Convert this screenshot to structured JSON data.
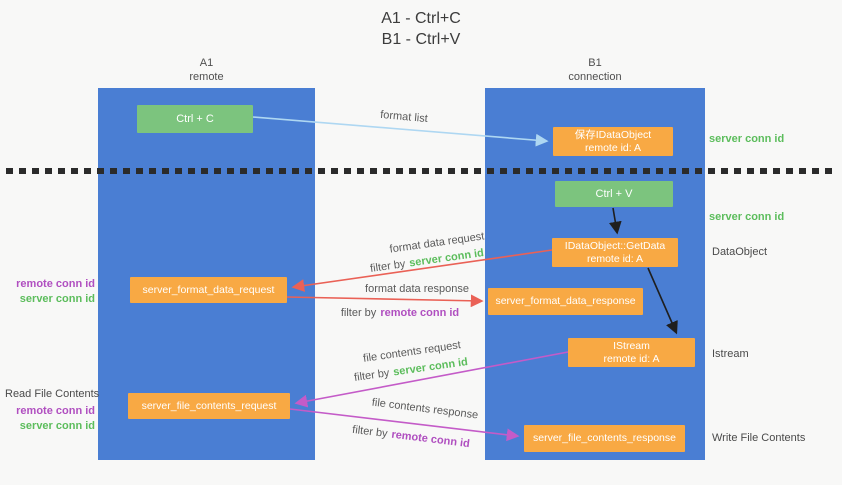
{
  "title": {
    "line1": "A1 - Ctrl+C",
    "line2": "B1 - Ctrl+V"
  },
  "lifelines": {
    "a1": {
      "name": "A1",
      "role": "remote"
    },
    "b1": {
      "name": "B1",
      "role": "connection"
    }
  },
  "nodes": {
    "ctrl_c": {
      "label": "Ctrl + C"
    },
    "save_dataobject": {
      "line1": "保存IDataObject",
      "line2": "remote id: A"
    },
    "ctrl_v": {
      "label": "Ctrl + V"
    },
    "getdata": {
      "line1": "IDataObject::GetData",
      "line2": "remote id: A"
    },
    "format_request": {
      "label": "server_format_data_request"
    },
    "format_response": {
      "label": "server_format_data_response"
    },
    "istream": {
      "line1": "IStream",
      "line2": "remote id: A"
    },
    "file_request": {
      "label": "server_file_contents_request"
    },
    "file_response": {
      "label": "server_file_contents_response"
    }
  },
  "labels": {
    "format_list": "format list",
    "format_data_request": "format data request",
    "format_data_response": "format data response",
    "file_contents_request": "file contents request",
    "file_contents_response": "file contents response",
    "filter_by": "filter by",
    "server_conn_id": "server conn id",
    "remote_conn_id": "remote conn id",
    "dataobject": "DataObject",
    "istream_side": "Istream",
    "write_file_contents": "Write File Contents",
    "read_file_contents": "Read File Contents"
  },
  "colors": {
    "lane_blue": "#4a7ed3",
    "box_green": "#7cc47e",
    "box_orange": "#f8a944",
    "label_green": "#5cbd5c",
    "label_purple": "#b04fc0",
    "arrow_red": "#ea6156",
    "arrow_magenta": "#c45bc8",
    "arrow_light_blue": "#aed7f2",
    "arrow_black": "#1f1f1f"
  }
}
